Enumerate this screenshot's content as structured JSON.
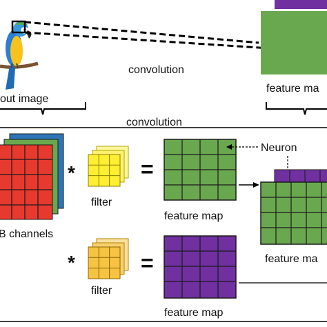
{
  "top": {
    "convolution_label": "convolution",
    "input_label": "out image",
    "feature_map_label": "feature ma"
  },
  "bottom": {
    "convolution_label": "convolution",
    "channels_label": "B channels",
    "operator_multiply_1": "*",
    "operator_multiply_2": "*",
    "operator_equals_1": "=",
    "operator_equals_2": "=",
    "filter_label_1": "filter",
    "filter_label_2": "filter",
    "feature_map_label_1": "feature map",
    "feature_map_label_2": "feature map",
    "neuron_label": "Neuron",
    "stacked_feature_label": "feature ma"
  },
  "colors": {
    "red": "#e8392f",
    "green": "#6aa84f",
    "blue": "#2e75b6",
    "yellow": "#ffee33",
    "orange": "#f6c342",
    "purple": "#7030a0",
    "grid": "#1a1a1a"
  },
  "icons": {
    "parrot": "parrot-image"
  }
}
